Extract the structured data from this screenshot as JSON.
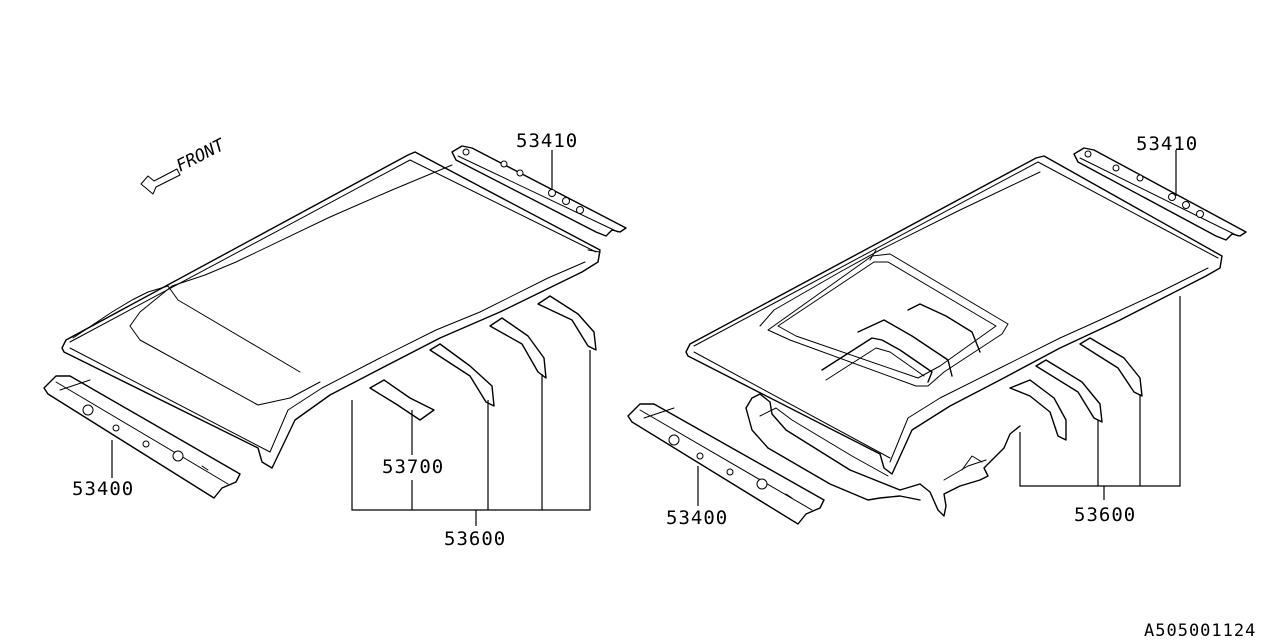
{
  "direction_label": "FRONT",
  "left_assembly": {
    "labels": {
      "rear_rail": "53410",
      "front_rail": "53400",
      "bow": "53700",
      "bows_group": "53600"
    }
  },
  "right_assembly": {
    "labels": {
      "rear_rail": "53410",
      "front_rail": "53400",
      "bows_group": "53600"
    }
  },
  "diagram_code": "A505001124"
}
